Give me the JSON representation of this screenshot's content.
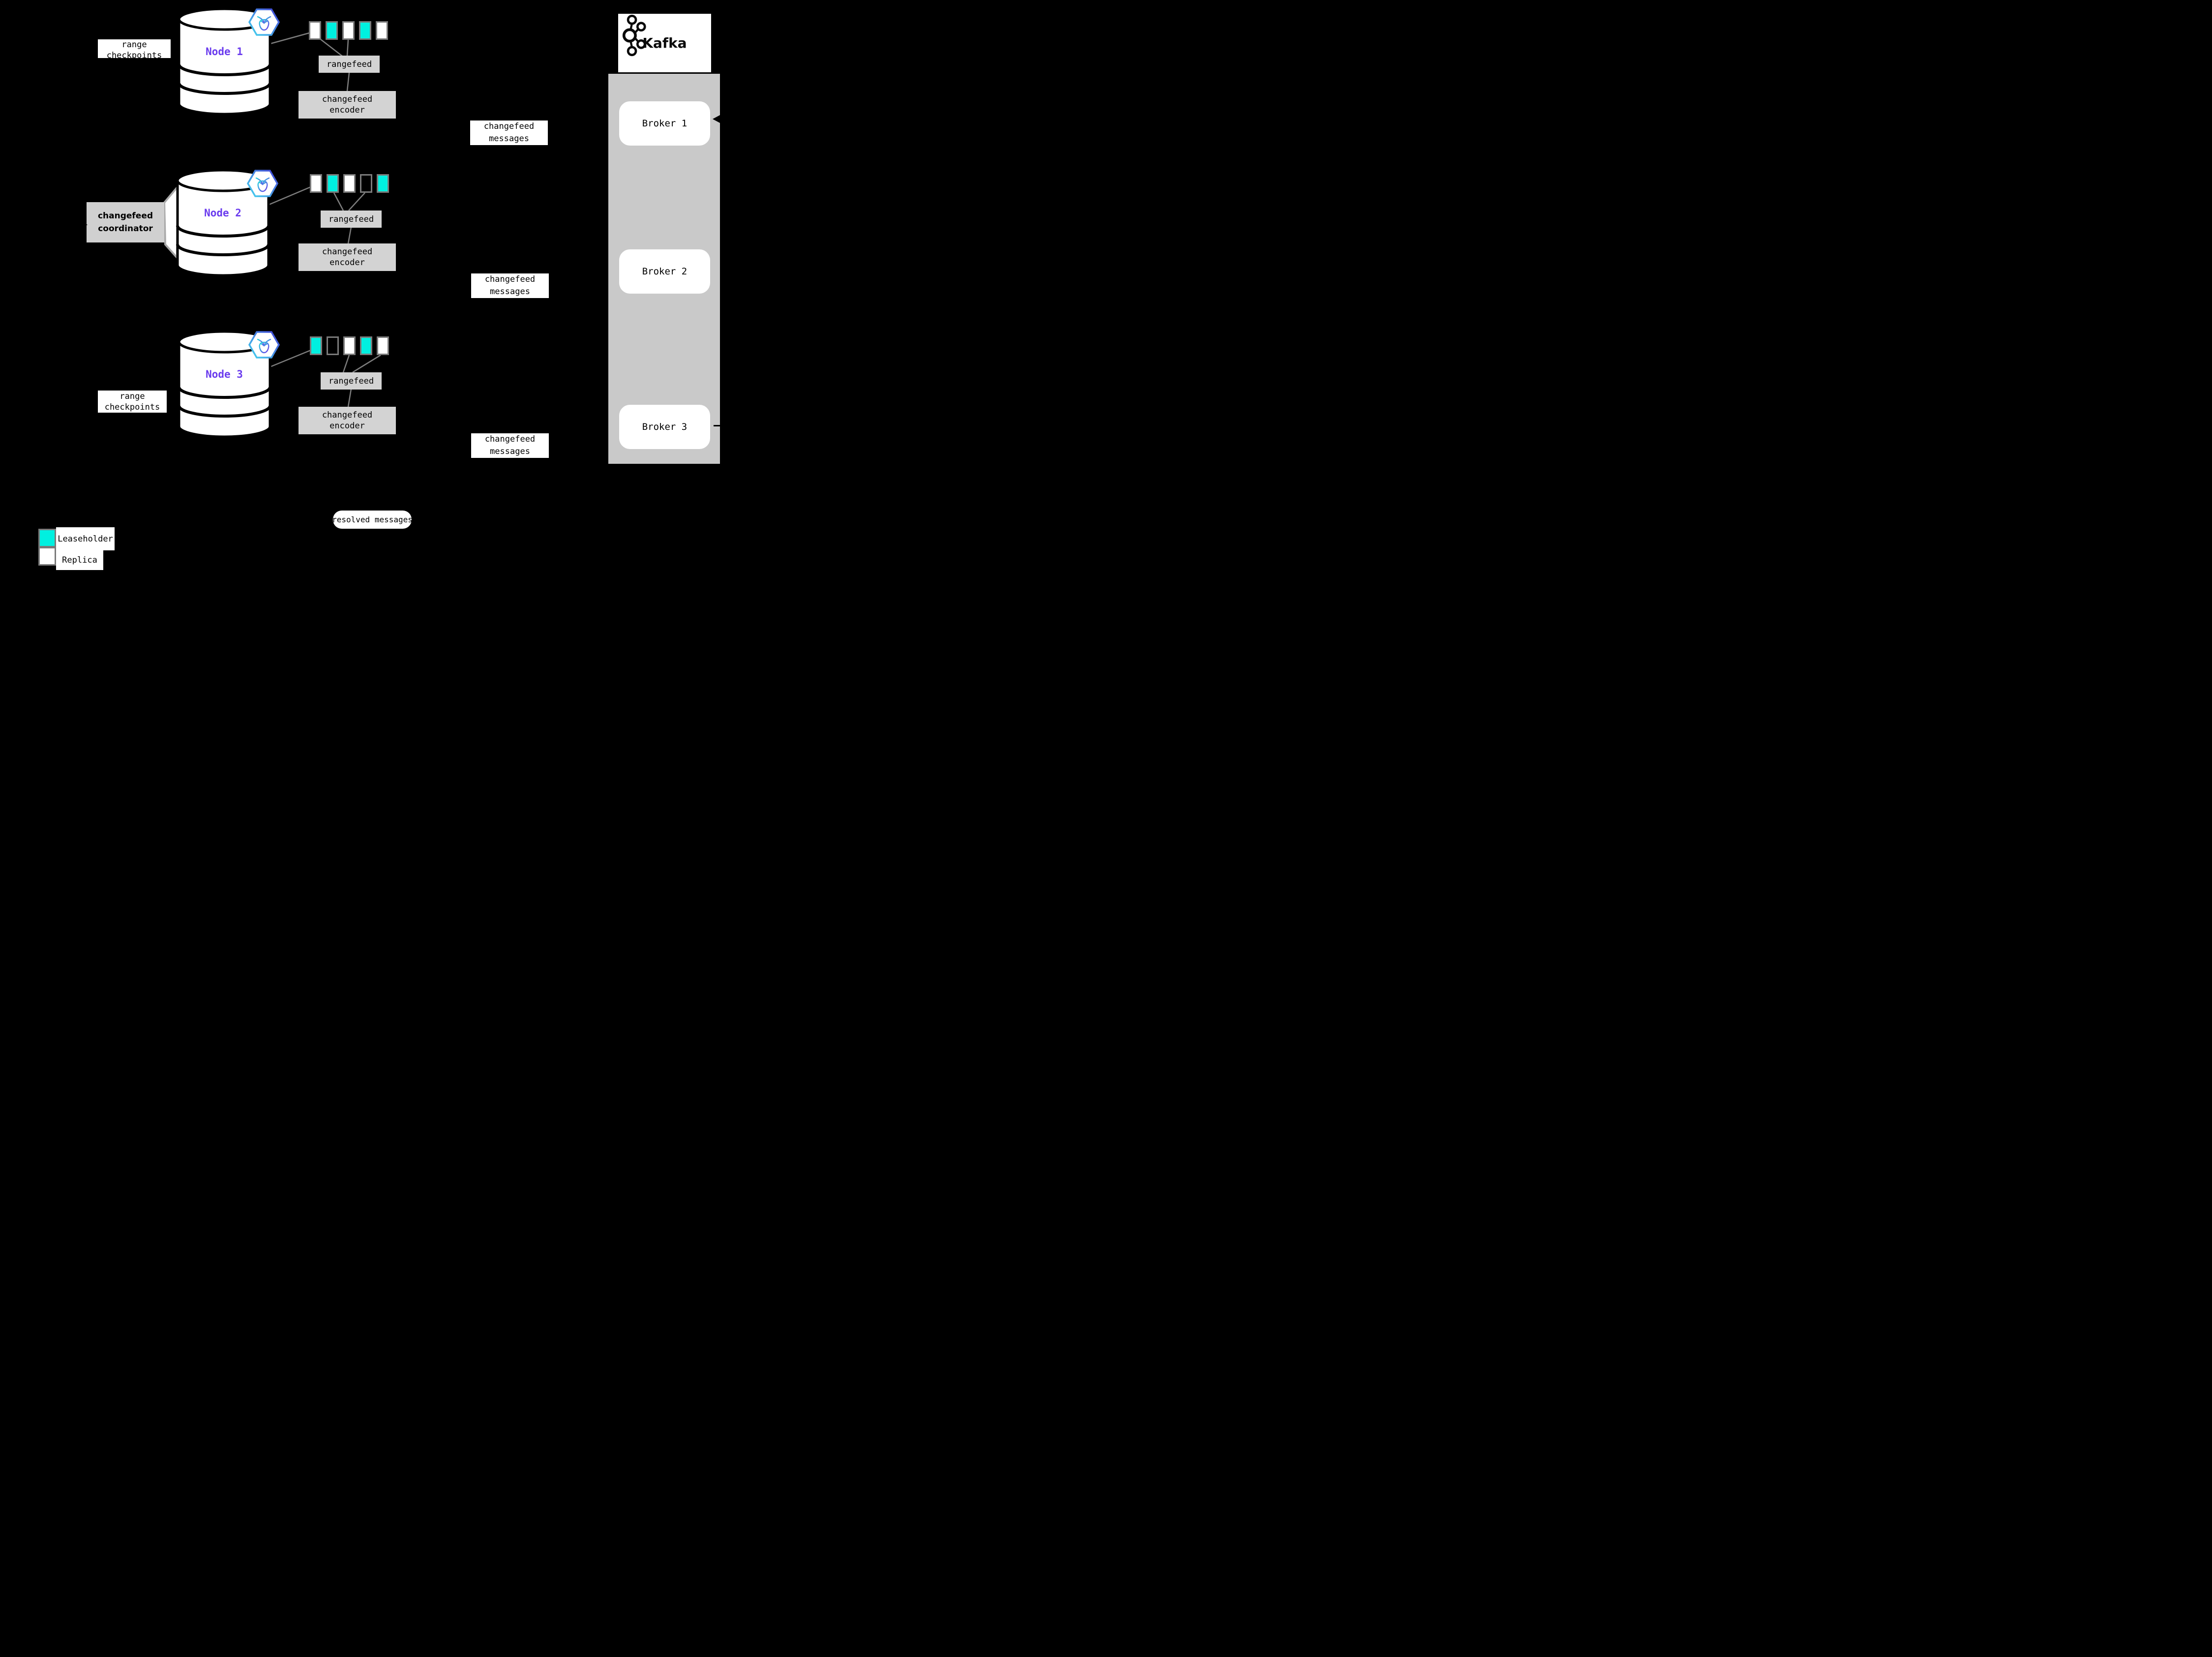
{
  "diagram": {
    "colors": {
      "leaseholder": "#00f0e0",
      "replica": "#ffffff",
      "none": "transparent",
      "panel": "#c9c9c9",
      "gray_box": "#d3d3d3",
      "node_text": "#6a3bee",
      "square_border": "#7a7a7a",
      "line": "#7d7d7d",
      "badge_gradient_start": "#45d8f0",
      "badge_gradient_end": "#4340d6"
    },
    "labels": {
      "range_checkpoints": "range\ncheckpoints",
      "rangefeed": "rangefeed",
      "encoder": "changefeed\nencoder",
      "messages": "changefeed\nmessages",
      "coordinator": "changefeed\ncoordinator",
      "resolved": "resolved messages"
    },
    "nodes": [
      {
        "label": "Node 1",
        "ranges": [
          "replica",
          "leaseholder",
          "replica",
          "leaseholder",
          "replica"
        ]
      },
      {
        "label": "Node 2",
        "ranges": [
          "replica",
          "leaseholder",
          "replica",
          "none",
          "leaseholder"
        ]
      },
      {
        "label": "Node 3",
        "ranges": [
          "leaseholder",
          "none",
          "replica",
          "leaseholder",
          "replica"
        ]
      }
    ],
    "kafka": {
      "name": "Kafka",
      "brokers": [
        {
          "label": "Broker 1"
        },
        {
          "label": "Broker 2"
        },
        {
          "label": "Broker 3"
        }
      ]
    },
    "legend": {
      "items": [
        {
          "key": "leaseholder",
          "label": "Leaseholder"
        },
        {
          "key": "replica",
          "label": "Replica"
        }
      ]
    }
  }
}
